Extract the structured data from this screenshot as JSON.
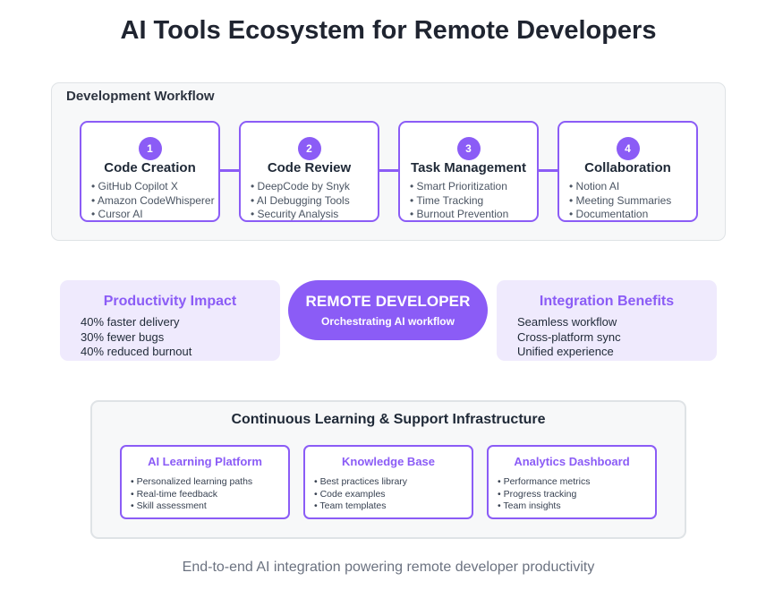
{
  "title": "AI Tools Ecosystem for Remote Developers",
  "workflow": {
    "title": "Development Workflow",
    "steps": [
      {
        "number": "1",
        "title": "Code Creation",
        "items": [
          "• GitHub Copilot X",
          "• Amazon CodeWhisperer",
          "• Cursor AI"
        ]
      },
      {
        "number": "2",
        "title": "Code Review",
        "items": [
          "• DeepCode by Snyk",
          "• AI Debugging Tools",
          "• Security Analysis"
        ]
      },
      {
        "number": "3",
        "title": "Task Management",
        "items": [
          "• Smart Prioritization",
          "• Time Tracking",
          "• Burnout Prevention"
        ]
      },
      {
        "number": "4",
        "title": "Collaboration",
        "items": [
          "• Notion AI",
          "• Meeting Summaries",
          "• Documentation"
        ]
      }
    ]
  },
  "center": {
    "title": "REMOTE DEVELOPER",
    "subtitle": "Orchestrating AI workflow"
  },
  "productivity": {
    "title": "Productivity Impact",
    "items": [
      "40% faster delivery",
      "30% fewer bugs",
      "40% reduced burnout"
    ]
  },
  "integration": {
    "title": "Integration Benefits",
    "items": [
      "Seamless workflow",
      "Cross-platform sync",
      "Unified experience"
    ]
  },
  "support": {
    "title": "Continuous Learning & Support Infrastructure",
    "cards": [
      {
        "title": "AI Learning Platform",
        "items": [
          "• Personalized learning paths",
          "• Real-time feedback",
          "• Skill assessment"
        ]
      },
      {
        "title": "Knowledge Base",
        "items": [
          "• Best practices library",
          "• Code examples",
          "• Team templates"
        ]
      },
      {
        "title": "Analytics Dashboard",
        "items": [
          "• Performance metrics",
          "• Progress tracking",
          "• Team insights"
        ]
      }
    ]
  },
  "footer": "End-to-end AI integration powering remote developer productivity",
  "colors": {
    "accent": "#8b5cf6",
    "light_accent": "#efeafd",
    "panel": "#f7f8f9"
  }
}
